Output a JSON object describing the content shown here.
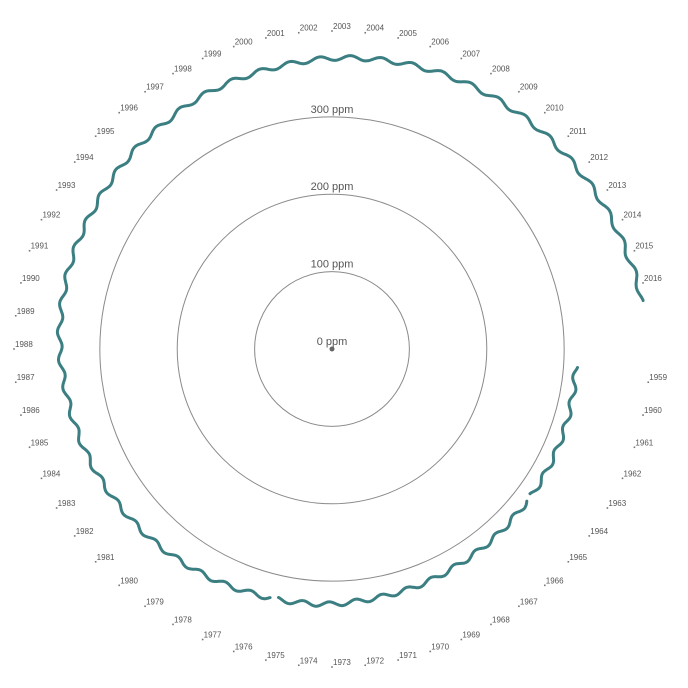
{
  "chart_data": {
    "type": "line",
    "layout": "radial",
    "title": "",
    "unit": "ppm",
    "colors": {
      "series": "#3b7f82",
      "rings": "#8a8a8a",
      "text": "#555555"
    },
    "rings": [
      {
        "value": 0,
        "label": "0 ppm"
      },
      {
        "value": 100,
        "label": "100 ppm"
      },
      {
        "value": 200,
        "label": "200 ppm"
      },
      {
        "value": 300,
        "label": "300 ppm"
      }
    ],
    "gap_years": [
      1975,
      1964,
      1958
    ],
    "series": [
      {
        "name": "",
        "x": [
          1959,
          1960,
          1961,
          1962,
          1963,
          1964,
          1965,
          1966,
          1967,
          1968,
          1969,
          1970,
          1971,
          1972,
          1973,
          1974,
          1975,
          1976,
          1977,
          1978,
          1979,
          1980,
          1981,
          1982,
          1983,
          1984,
          1985,
          1986,
          1987,
          1988,
          1989,
          1990,
          1991,
          1992,
          1993,
          1994,
          1995,
          1996,
          1997,
          1998,
          1999,
          2000,
          2001,
          2002,
          2003,
          2004,
          2005,
          2006,
          2007,
          2008,
          2009,
          2010,
          2011,
          2012,
          2013,
          2014,
          2015,
          2016
        ],
        "values": [
          316.0,
          316.9,
          317.6,
          318.5,
          319.0,
          319.6,
          320.0,
          321.4,
          322.2,
          323.1,
          324.6,
          325.7,
          326.3,
          327.5,
          329.7,
          330.2,
          331.1,
          332.0,
          333.8,
          335.4,
          336.8,
          338.7,
          340.1,
          341.4,
          343.0,
          344.6,
          346.0,
          347.4,
          349.2,
          351.6,
          353.1,
          354.4,
          355.6,
          356.4,
          357.1,
          358.8,
          360.8,
          362.6,
          363.7,
          366.7,
          368.4,
          369.6,
          371.1,
          373.2,
          375.8,
          377.5,
          379.8,
          381.9,
          383.8,
          385.6,
          387.4,
          389.9,
          391.6,
          393.8,
          396.5,
          398.6,
          400.8,
          404.2
        ]
      }
    ],
    "tick_labels": [
      "1959",
      "1960",
      "1961",
      "1962",
      "1963",
      "1964",
      "1965",
      "1966",
      "1967",
      "1968",
      "1969",
      "1970",
      "1971",
      "1972",
      "1973",
      "1974",
      "1975",
      "1976",
      "1977",
      "1978",
      "1979",
      "1980",
      "1981",
      "1982",
      "1983",
      "1984",
      "1985",
      "1986",
      "1987",
      "1988",
      "1989",
      "1990",
      "1991",
      "1992",
      "1993",
      "1994",
      "1995",
      "1996",
      "1997",
      "1998",
      "1999",
      "2000",
      "2001",
      "2002",
      "2003",
      "2004",
      "2005",
      "2006",
      "2007",
      "2008",
      "2009",
      "2010",
      "2011",
      "2012",
      "2013",
      "2014",
      "2015",
      "2016"
    ]
  }
}
